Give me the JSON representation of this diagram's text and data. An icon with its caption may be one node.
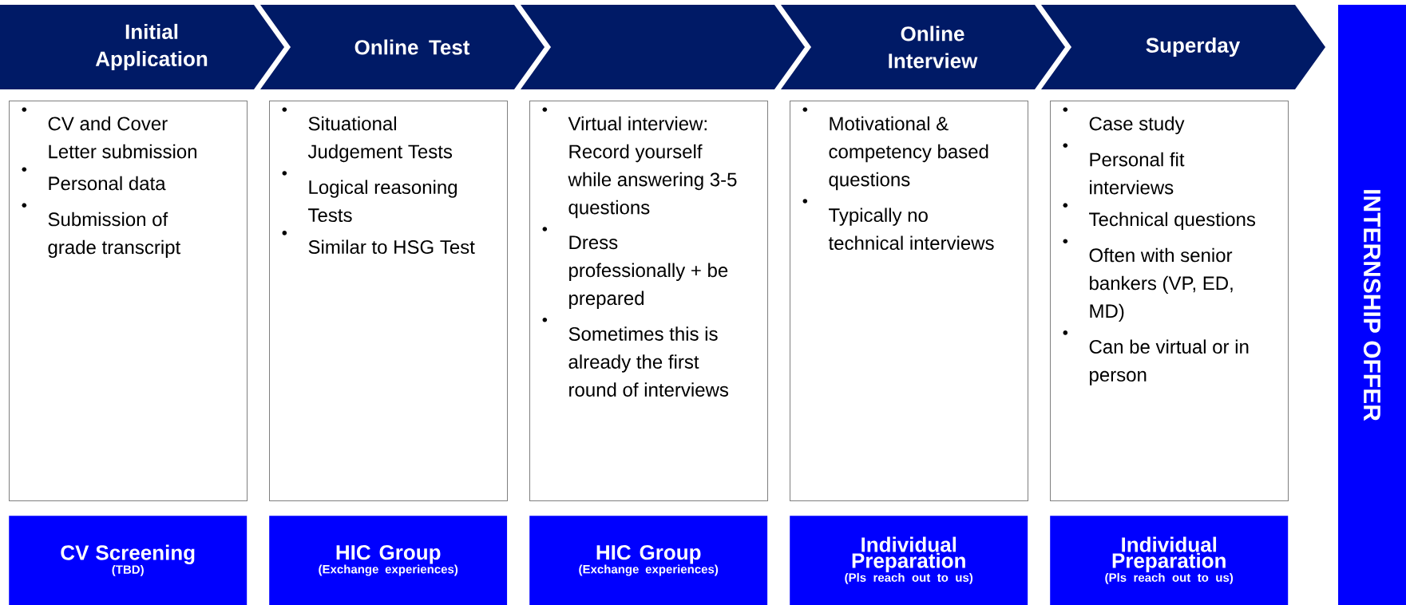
{
  "diagram": {
    "nodes": [
      {
        "text": [
          "Initial Application"
        ]
      },
      {
        "text": [
          "Online Test"
        ]
      },
      {
        "text": [],
        "shape": "chevron"
      },
      {
        "text": [
          "Online Interview"
        ]
      },
      {
        "text": [
          "Superday"
        ]
      },
      {
        "text": [
          "CV and Cover Letter submission",
          "Personal data",
          "Submission of grade transcript"
        ]
      },
      {
        "text": [
          "Situational Judgement Tests",
          "Logical reasoning Tests",
          "Similar to HSG Test"
        ]
      },
      {
        "text": [
          "Virtual interview: Record yourself while answering 3-5 questions",
          "Dress professionally + be prepared",
          "Sometimes this is already the first round of interviews"
        ]
      },
      {
        "text": [
          "Motivational & competency based questions",
          "Typically no technical interviews"
        ]
      },
      {
        "text": [
          "Case study",
          "Personal fit interviews",
          "Technical questions",
          "Often with senior bankers (VP, ED, MD)",
          "Can be virtual or in person"
        ]
      },
      {
        "text": [
          "CV Screening",
          "(TBD)"
        ]
      },
      {
        "text": [
          "HIC Group",
          "(Exchange experiences)"
        ]
      },
      {
        "text": [
          "HIC Group",
          "(Exchange experiences)"
        ]
      },
      {
        "text": [
          "Individual Preparation",
          "(Pls reach out to us)"
        ]
      },
      {
        "text": [
          "Individual Preparation",
          "(Pls reach out to us)"
        ]
      },
      {
        "text": [
          "INTERNSHIP OFFER"
        ]
      }
    ]
  }
}
